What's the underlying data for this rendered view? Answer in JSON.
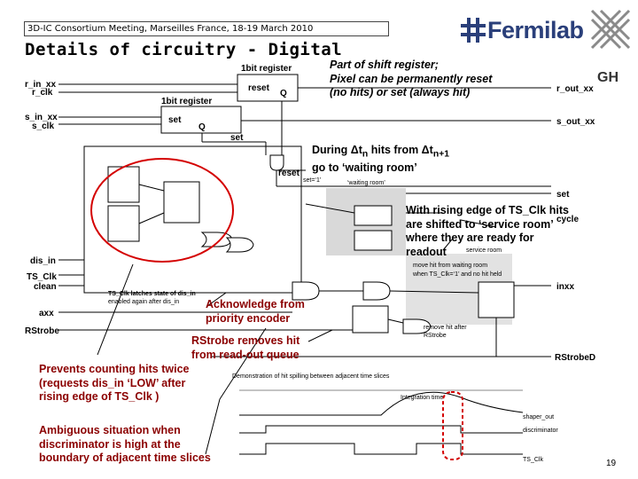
{
  "header": {
    "conference": "3D-IC Consortium Meeting, Marseilles France, 18-19 March 2010"
  },
  "slide": {
    "title": "Details of circuitry - Digital",
    "page": "19"
  },
  "logos": {
    "lab": "Fermilab",
    "partner": "GH"
  },
  "colors": {
    "annotation_red": "#8b0000",
    "circle_red": "#d40000",
    "highlight_box": "#d9d9d9",
    "fermilab_blue": "#2a3f7a"
  },
  "notes": {
    "shift_register": [
      "Part of shift register;",
      "Pixel can be permanently reset",
      "(no hits) or set (always hit)"
    ],
    "waiting_room_1": "During Δt",
    "waiting_room_1_sub": "n",
    "waiting_room_1b": " hits from Δt",
    "waiting_room_1b_sub": "n+1",
    "waiting_room_2": "go to ‘waiting room’",
    "service_room": [
      "With rising edge of TS_Clk hits",
      "are shifted to ‘service room’",
      "where they are ready for",
      "readout"
    ],
    "acknowledge": [
      "Acknowledge from",
      "priority encoder"
    ],
    "rstrobe": [
      "RStrobe removes hit",
      "from read-out queue"
    ],
    "prevents": [
      "Prevents counting hits twice",
      "(requests dis_in ‘LOW’ after",
      "rising edge of TS_Clk )"
    ],
    "ambiguous": [
      "Ambiguous situation when",
      "discriminator is high at the",
      "boundary of adjacent time slices"
    ]
  },
  "signals_left": [
    "r_in_xx",
    "r_clk",
    "s_in_xx",
    "s_clk",
    "dis_in",
    "TS_Clk",
    "clean",
    "axx",
    "RStrobe"
  ],
  "signals_right": [
    "r_out_xx",
    "s_out_xx",
    "set",
    "cycle",
    "inxx",
    "RStrobeD"
  ],
  "blocks": {
    "reg1_title": "1bit register",
    "reg1_port": "reset",
    "reg1_q": "Q",
    "reg2_title": "1bit register",
    "reg2_port": "set",
    "reg2_q": "Q",
    "set_net": "set",
    "reset_net": "reset",
    "set_eq": "set=‘1’",
    "waiting_room": "‘waiting room’",
    "service_room": "service room",
    "move_hit": [
      "move hit from waiting room",
      "when TS_Clk=‘1’ and no hit held"
    ],
    "remove_hit": [
      "remove hit after",
      "RStrobe"
    ],
    "ts_clk_latch": [
      "TS_Clk latches state of dis_in",
      "enabled again after dis_in"
    ]
  },
  "timing": {
    "caption": "Demonstration of hit spilling between adjacent time slices",
    "integration": "Integration time",
    "shaper": "shaper_out",
    "discriminator": "discriminator",
    "clock": "TS_Clk"
  }
}
